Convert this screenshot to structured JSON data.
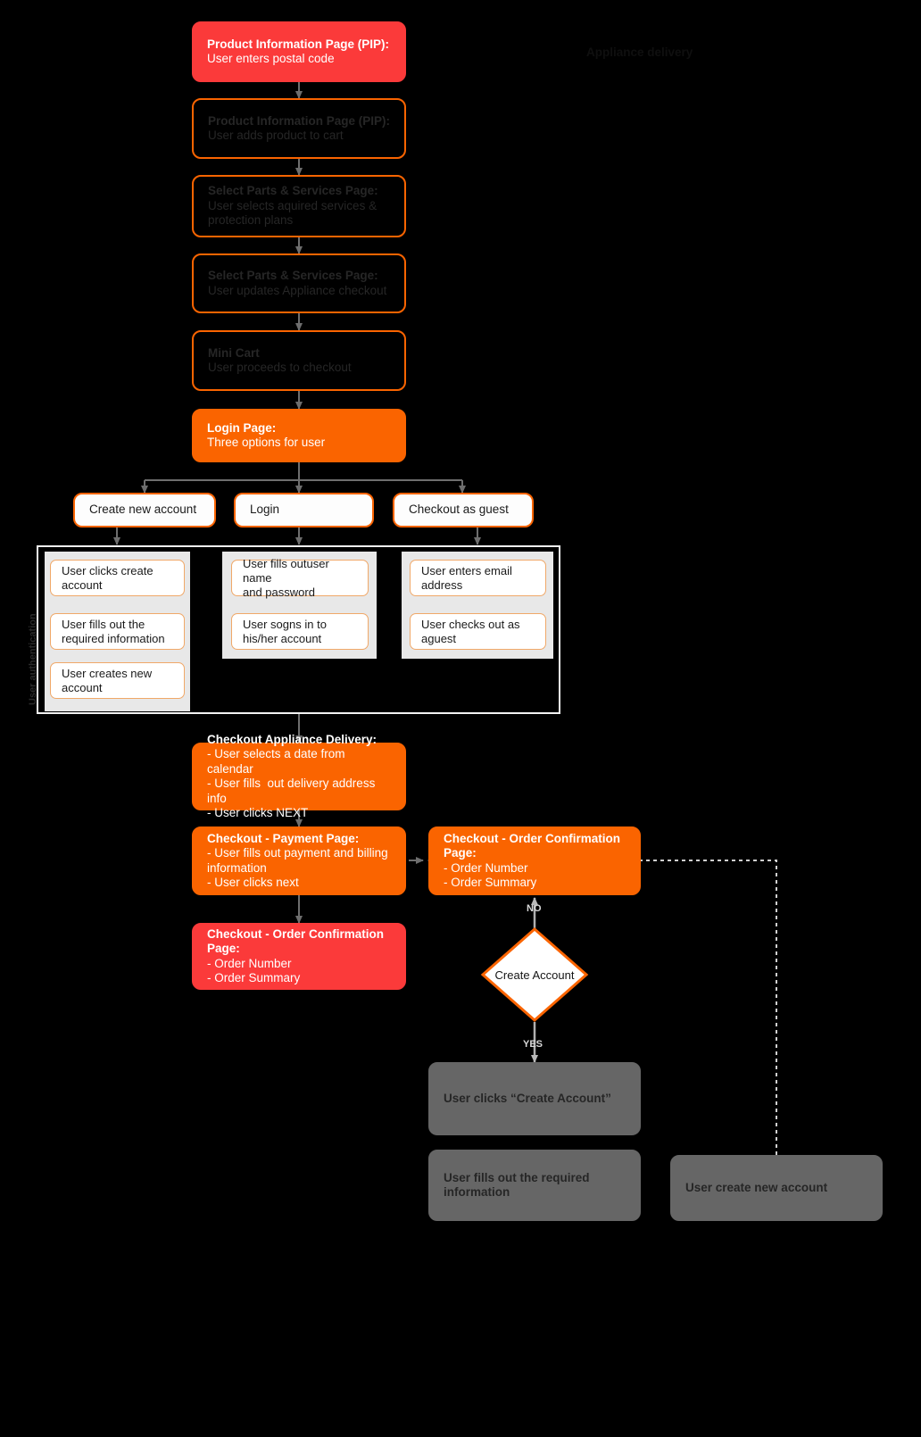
{
  "diagram": {
    "title": "Appliance delivery",
    "colors": {
      "background": "#000000",
      "red": "#FB3A3A",
      "orange": "#FA6400",
      "grey": "#666666",
      "card_border": "#F0A868",
      "group_fill": "#E8E8E8",
      "connector": "#808080"
    }
  },
  "nodes": {
    "pip_postal": {
      "title": "Product Information Page (PIP):",
      "body": "User enters postal code"
    },
    "pip_cart": {
      "title": "Product Information Page (PIP):",
      "body": "User adds product to cart"
    },
    "parts_services_1": {
      "title": "Select Parts & Services Page:",
      "body": "User selects aquired services &\nprotection plans"
    },
    "parts_services_2": {
      "title": "Select Parts & Services Page:",
      "body": "User updates Appliance checkout"
    },
    "mini_cart": {
      "title": "Mini Cart",
      "body": "User proceeds to checkout"
    },
    "login_page": {
      "title": "Login Page:",
      "body": "Three options for user"
    },
    "opt_create": {
      "label": "Create new account"
    },
    "opt_login": {
      "label": "Login"
    },
    "opt_guest": {
      "label": "Checkout as guest"
    },
    "checkout_delivery": {
      "title": "Checkout Appliance Delivery:",
      "body": "- User selects a date from calendar\n- User fills  out delivery address info\n- User clicks NEXT"
    },
    "checkout_payment": {
      "title": "Checkout - Payment Page:",
      "body": "- User fills out payment and billing\ninformation\n- User clicks next"
    },
    "order_confirm_left": {
      "title": "Checkout - Order Confirmation Page:",
      "body": "- Order Number\n- Order Summary"
    },
    "order_confirm_right": {
      "title": "Checkout - Order Confirmation Page:",
      "body": "- Order Number\n- Order Summary"
    },
    "decision_create_account": {
      "label": "Create Account"
    },
    "clicks_create_account": {
      "label": "User clicks “Create Account”"
    },
    "fills_required_info_grey": {
      "label": "User fills out the required\ninformation"
    },
    "user_create_new_account": {
      "label": "User create new account"
    }
  },
  "auth_group": {
    "vertical_label": "User authentication",
    "columns": [
      {
        "name": "create-account-column",
        "cards": [
          {
            "label": "User clicks create\naccount"
          },
          {
            "label": "User fills out the\nrequired information"
          },
          {
            "label": "User creates new\naccount"
          }
        ]
      },
      {
        "name": "login-column",
        "cards": [
          {
            "label": "User fills outuser name\nand password"
          },
          {
            "label": "User sogns in to\nhis/her account"
          }
        ]
      },
      {
        "name": "guest-column",
        "cards": [
          {
            "label": "User enters email\naddress"
          },
          {
            "label": "User checks out as\naguest"
          }
        ]
      }
    ]
  },
  "edge_labels": {
    "no": "NO",
    "yes": "YES"
  }
}
